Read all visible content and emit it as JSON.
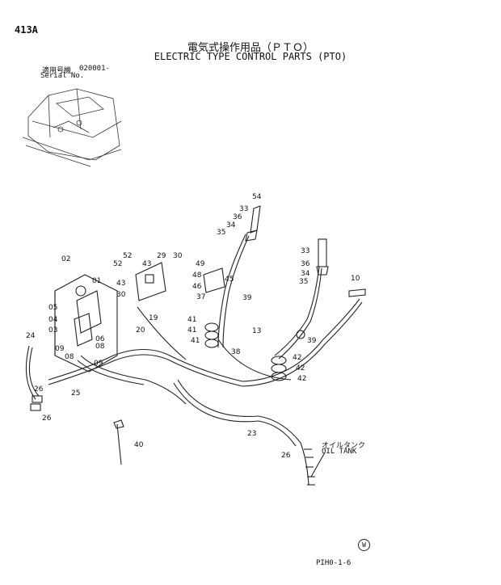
{
  "page": {
    "number": "413A",
    "title_jp": "電気式操作用品（ＰＴＯ）",
    "title_en": "ELECTRIC TYPE CONTROL PARTS (PTO)",
    "serial_label_jp": "適用号機",
    "serial_label_en": "Serial No.",
    "serial_value": "020001-",
    "drawing_code": "PIH0-1-6",
    "corner_mark": "W"
  },
  "annotations": {
    "oil_tank_jp": "オイルタンク",
    "oil_tank_en": "OIL TANK"
  },
  "callouts": [
    "54",
    "33",
    "36",
    "34",
    "35",
    "52",
    "29",
    "30",
    "52",
    "43",
    "49",
    "02",
    "48",
    "46",
    "45",
    "01",
    "43",
    "30",
    "37",
    "39",
    "33",
    "36",
    "34",
    "35",
    "10",
    "05",
    "19",
    "04",
    "03",
    "20",
    "41",
    "41",
    "41",
    "24",
    "06",
    "08",
    "09",
    "08",
    "09",
    "13",
    "38",
    "39",
    "42",
    "42",
    "42",
    "26",
    "25",
    "26",
    "23",
    "40",
    "26"
  ]
}
